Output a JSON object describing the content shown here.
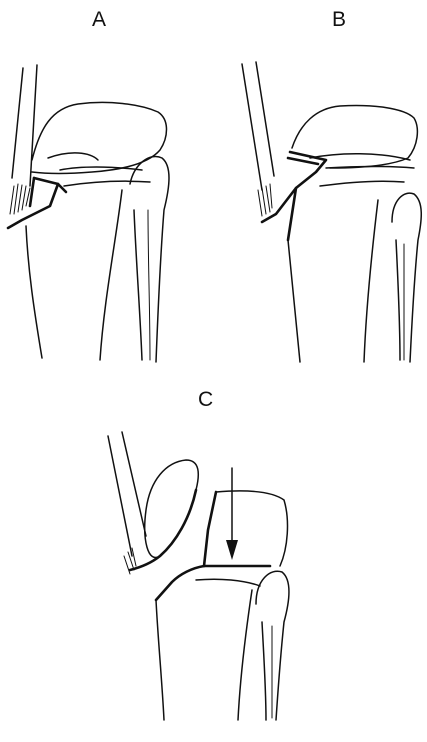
{
  "figure": {
    "panels": [
      {
        "id": "A",
        "label": "A"
      },
      {
        "id": "B",
        "label": "B"
      },
      {
        "id": "C",
        "label": "C"
      }
    ],
    "colors": {
      "ink": "#111111",
      "background": "#ffffff"
    },
    "icons": {
      "force_arrow": "down-arrow-icon"
    }
  }
}
